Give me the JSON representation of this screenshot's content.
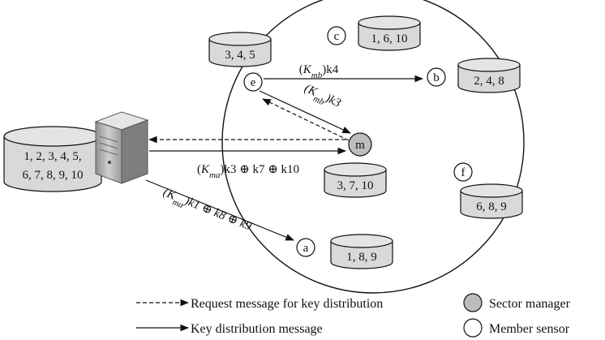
{
  "diagram": {
    "server_db": {
      "line1": "1, 2, 3, 4, 5,",
      "line2": "6, 7, 8, 9, 10"
    },
    "nodes": {
      "a": "a",
      "b": "b",
      "c": "c",
      "e": "e",
      "f": "f",
      "m": "m"
    },
    "key_stores": {
      "e": "3, 4, 5",
      "c": "1, 6, 10",
      "b": "2, 4, 8",
      "m": "3, 7, 10",
      "f": "6, 8, 9",
      "a": "1, 8, 9"
    },
    "messages": {
      "e_to_b": {
        "open": "(",
        "K": "K",
        "sub": "mb",
        "rest": ")k4"
      },
      "m_to_e": {
        "open": "(",
        "K": "K",
        "sub": "mb",
        "rest": ")k3"
      },
      "server_to_m": {
        "open": "(",
        "K": "K",
        "sub": "ma",
        "rest": ")k3 ⊕ k7 ⊕ k10"
      },
      "server_to_a": {
        "open": "(",
        "K": "K",
        "sub": "ma",
        "rest": ")k1 ⊕ k8 ⊕ k9"
      }
    },
    "legend": {
      "request": "Request message for key distribution",
      "key_dist": "Key distribution message",
      "sector_manager": "Sector manager",
      "member_sensor": "Member sensor"
    },
    "colors": {
      "db_fill": "#d9d9d9",
      "server_fill": "#c8c8c8",
      "manager_fill": "#bdbdbd",
      "line": "#111111"
    }
  }
}
